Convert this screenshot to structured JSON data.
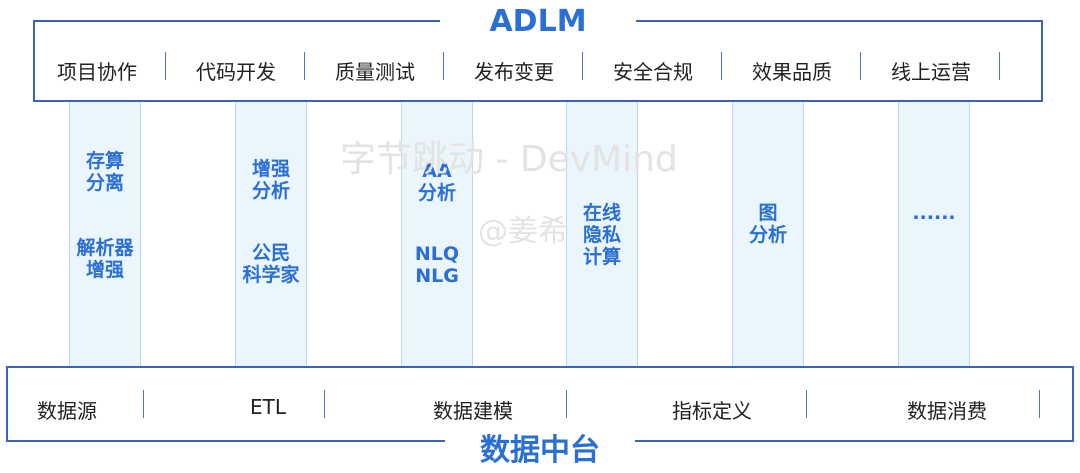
{
  "top": {
    "title": "ADLM",
    "items": [
      "项目协作",
      "代码开发",
      "质量测试",
      "发布变更",
      "安全合规",
      "效果品质",
      "线上运营"
    ]
  },
  "columns": [
    {
      "blocks": [
        "存算\n分离",
        "解析器\n增强"
      ]
    },
    {
      "blocks": [
        "增强\n分析",
        "公民\n科学家"
      ]
    },
    {
      "blocks": [
        "AA\n分析",
        "NLQ\nNLG"
      ]
    },
    {
      "blocks": [
        "在线\n隐私\n计算"
      ]
    },
    {
      "blocks": [
        "图\n分析"
      ]
    },
    {
      "blocks": [
        "......"
      ]
    }
  ],
  "bottom": {
    "title": "数据中台",
    "items": [
      "数据源",
      "ETL",
      "数据建模",
      "指标定义",
      "数据消费"
    ]
  },
  "watermark": {
    "line1": "字节跳动 - DevMind",
    "line2": "@姜希"
  },
  "colors": {
    "accent": "#2a6fd6",
    "border": "#3a64b8",
    "column_bg": "#eaf5fc"
  }
}
